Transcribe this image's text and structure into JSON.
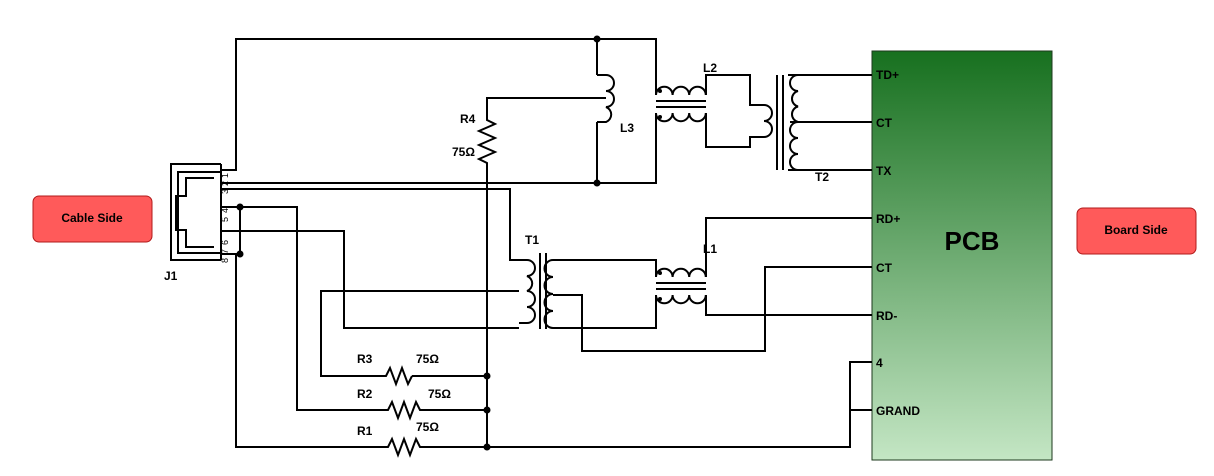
{
  "badges": {
    "cable_side": "Cable Side",
    "board_side": "Board Side"
  },
  "connector": {
    "ref": "J1",
    "pins": [
      "1",
      "2",
      "3",
      "4",
      "5",
      "6",
      "7",
      "8"
    ]
  },
  "pcb": {
    "title": "PCB",
    "pins": [
      "TD+",
      "CT",
      "TX",
      "RD+",
      "CT",
      "RD-",
      "4",
      "GRAND"
    ],
    "gradient_top": "#17701f",
    "gradient_bottom": "#c4e6c4"
  },
  "components": {
    "L1": "L1",
    "L2": "L2",
    "L3": "L3",
    "T1": "T1",
    "T2": "T2",
    "R1": {
      "ref": "R1",
      "value": "75Ω"
    },
    "R2": {
      "ref": "R2",
      "value": "75Ω"
    },
    "R3": {
      "ref": "R3",
      "value": "75Ω"
    },
    "R4": {
      "ref": "R4",
      "value": "75Ω"
    }
  },
  "colors": {
    "badge_fill": "#ff5a5a",
    "badge_stroke": "#b21b1b",
    "wire": "#000000"
  }
}
